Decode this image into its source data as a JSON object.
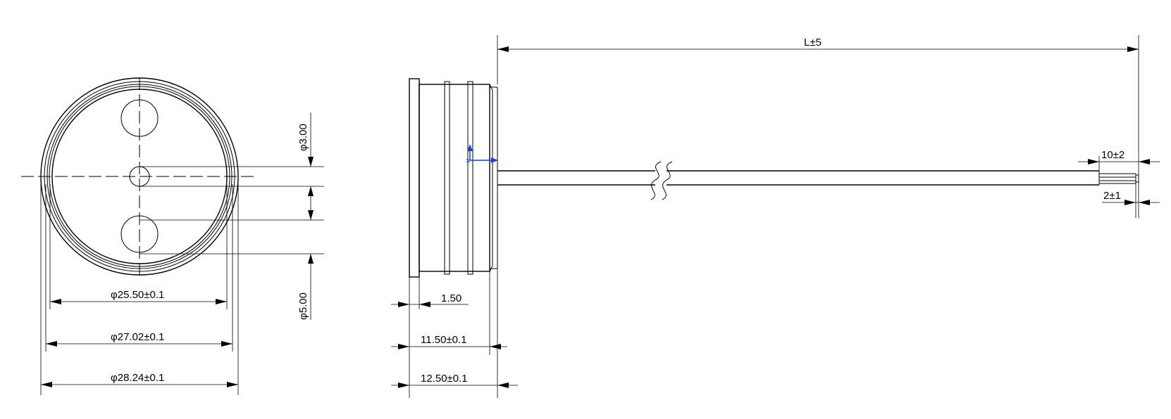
{
  "dimensions": {
    "length": "L±5",
    "strip_length": "10±2",
    "wire_tip": "2±1",
    "hole_small_dia": "φ3.00",
    "hole_large_dia": "φ5.00",
    "inner_dia": "φ25.50±0.1",
    "mid_dia": "φ27.02±0.1",
    "outer_dia": "φ28.24±0.1",
    "flange_thickness": "1.50",
    "body_length": "11.50±0.1",
    "total_length": "12.50±0.1"
  },
  "colors": {
    "line": "#000000",
    "marker": "#1c3fd6"
  }
}
